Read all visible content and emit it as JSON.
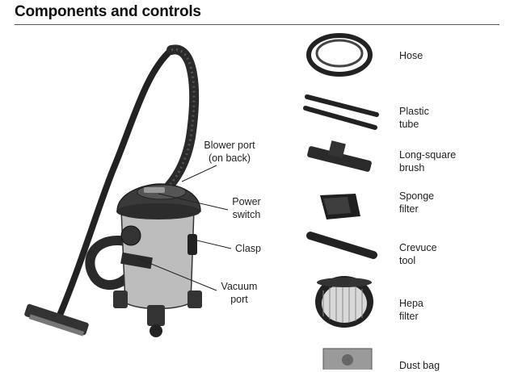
{
  "title": "Components and controls",
  "callouts": {
    "blower_port": [
      "Blower port",
      "(on back)"
    ],
    "power_switch": [
      "Power",
      "switch"
    ],
    "clasp": [
      "Clasp"
    ],
    "vacuum_port": [
      "Vacuum",
      "port"
    ]
  },
  "components": [
    {
      "icon": "hose-icon",
      "label": [
        "Hose"
      ]
    },
    {
      "icon": "plastic-tube-icon",
      "label": [
        "Plastic",
        "tube"
      ]
    },
    {
      "icon": "brush-icon",
      "label": [
        "Long-square",
        "brush"
      ]
    },
    {
      "icon": "sponge-filter-icon",
      "label": [
        "Sponge",
        "filter"
      ]
    },
    {
      "icon": "crevice-tool-icon",
      "label": [
        "Crevuce",
        "tool"
      ]
    },
    {
      "icon": "hepa-filter-icon",
      "label": [
        "Hepa",
        "filter"
      ]
    },
    {
      "icon": "dust-bag-icon",
      "label": [
        "Dust bag"
      ]
    }
  ]
}
